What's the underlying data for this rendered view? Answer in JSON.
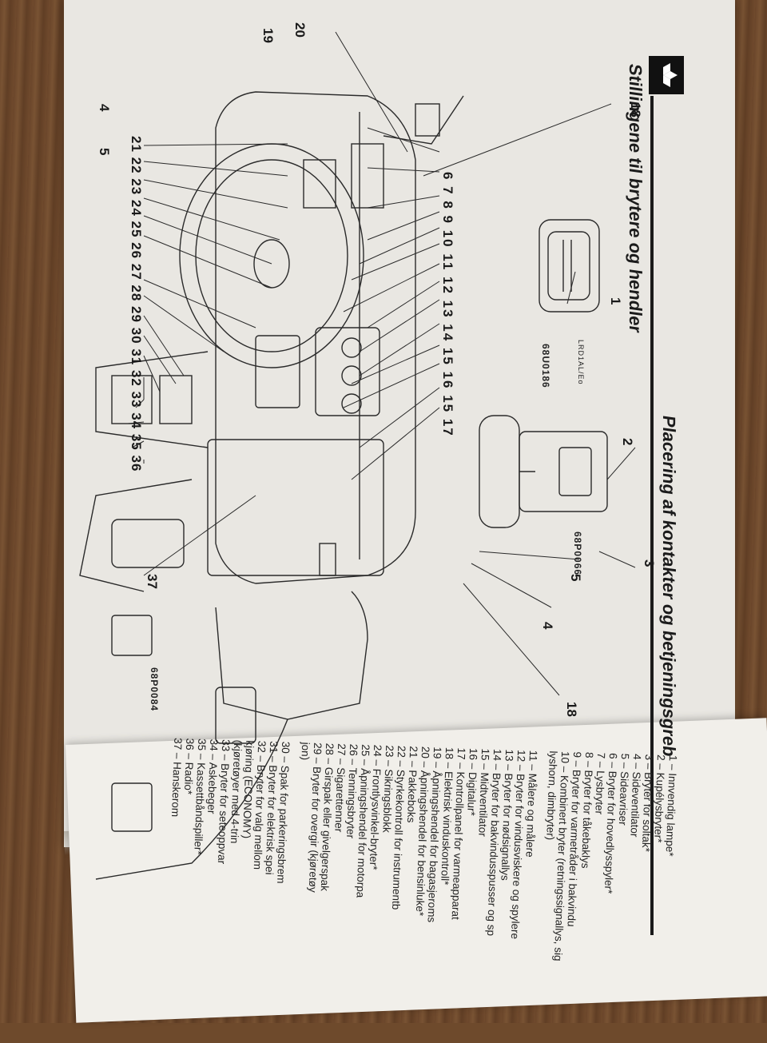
{
  "titles": {
    "left": "Stillingene til brytere og hendler",
    "right": "Placering af kontakter og betjeningsgreb"
  },
  "figure_refs": {
    "inset1": "68U0186",
    "inset1_small": "LRD1AL/Eo",
    "inset2": "68P0066",
    "main": "68P0084"
  },
  "callouts": {
    "c1": "1",
    "c2": "2",
    "c3": "3",
    "c4a": "4",
    "c5a": "5",
    "c18a": "18",
    "c19": "19",
    "c20": "20",
    "c4b": "4",
    "c5b": "5",
    "c18b": "18",
    "c37": "37",
    "row_top": "6 7 8 9 10 11 12 13 14 15 16 15 17",
    "row_bottom": "21 22 23 24 25 26 27 28 29 30 31 32 33 34 35 36"
  },
  "legend": [
    "1 – Innvendig lampe*",
    "2 – Kupélysbryter*",
    "3 – Bryter for soltak*",
    "4 – Sideventilator",
    "5 – Sideavriser",
    "6 – Bryter for hovedlysspyler*",
    "7 – Lysbryter",
    "8 – Bryter for tåkebaklys",
    "9 – Bryter for varmetråder i bakvindu",
    "10 – Kombinert bryter (retningssignallys, sig",
    "lyshorn, dimbryter)",
    "11 – Målere og målere",
    "12 – Bryter for vindusviskere og spylere",
    "13 – Bryter for nødsignallys",
    "14 – Bryter for bakvindusspusser og sp",
    "15 – Midtventilator",
    "16 – Digitalur*",
    "17 – Kontrollpanel for varmeapparat",
    "18 – Elektrisk vinduskontroll*",
    "19 – Åpningshendel for bagasjeroms",
    "20 – Åpningshendel for bensinluke*",
    "21 – Pakkeboks",
    "22 – Styrkekontroll for instrumentb",
    "23 – Sikringsblokk",
    "24 – Frontlysvinkel-bryter*",
    "25 – Åpningshendel for motorpa",
    "26 – Tenningsbryter",
    "27 – Sigarettenner",
    "28 – Girspak eller givelgerspak",
    "29 – Bryter for overgir (kjøretøy",
    "jon)",
    "30 – Spak for parkeringsbrem",
    "31 – Bryter for elektrisk spei",
    "32 – Bryter for valg mellom",
    "kjøring (ECONOMY)",
    "(kjøretøyer med 4-trin",
    "33 – Bryter for seteoppvar",
    "34 – Askebeger",
    "35 – Kassettbåndspiller*",
    "36 – Radio*",
    "37 – Hanskerom"
  ]
}
